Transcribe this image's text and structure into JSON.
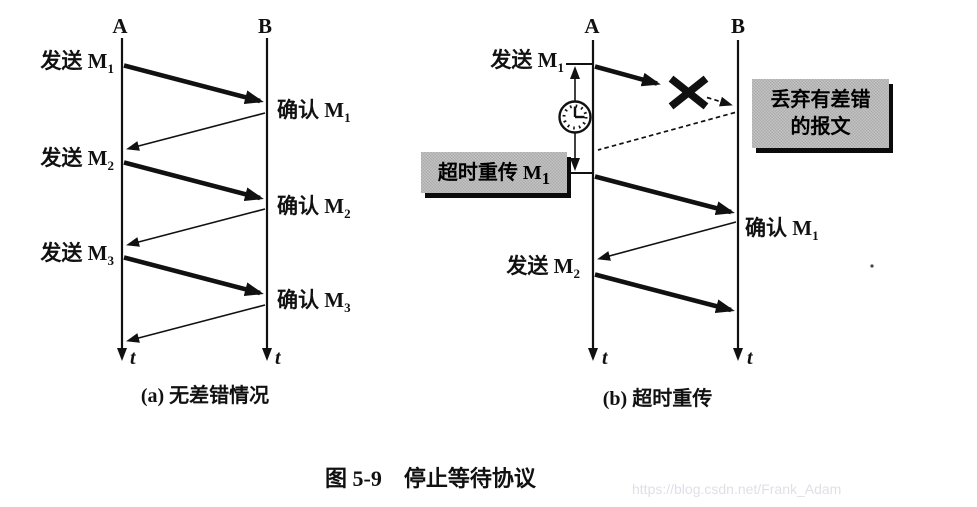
{
  "colors": {
    "ink": "#111111",
    "box_background": "#b7b7b7",
    "box_shadow": "#0b0b0b",
    "watermark_text": "#dfdfe8"
  },
  "panel_a": {
    "host_a": "A",
    "host_b": "B",
    "time_label": "t",
    "send_labels": [
      {
        "text": "发送 M",
        "sub": "1"
      },
      {
        "text": "发送 M",
        "sub": "2"
      },
      {
        "text": "发送 M",
        "sub": "3"
      }
    ],
    "ack_labels": [
      {
        "text": "确认 M",
        "sub": "1"
      },
      {
        "text": "确认 M",
        "sub": "2"
      },
      {
        "text": "确认 M",
        "sub": "3"
      }
    ],
    "caption": "(a) 无差错情况"
  },
  "panel_b": {
    "host_a": "A",
    "host_b": "B",
    "time_label": "t",
    "send1": {
      "text": "发送 M",
      "sub": "1"
    },
    "timeout_box": {
      "text": "超时重传 M",
      "sub": "1"
    },
    "discard_box": {
      "line1": "丢弃有差错",
      "line2": "的报文"
    },
    "ack1": {
      "text": "确认 M",
      "sub": "1"
    },
    "send2": {
      "text": "发送 M",
      "sub": "2"
    },
    "caption": "(b) 超时重传"
  },
  "figure": {
    "title": "图 5-9　停止等待协议"
  },
  "watermark": "https://blog.csdn.net/Frank_Adam",
  "icons": {
    "timer_clock": "clock showing timeout interval",
    "error_cross": "transmission error mark"
  }
}
